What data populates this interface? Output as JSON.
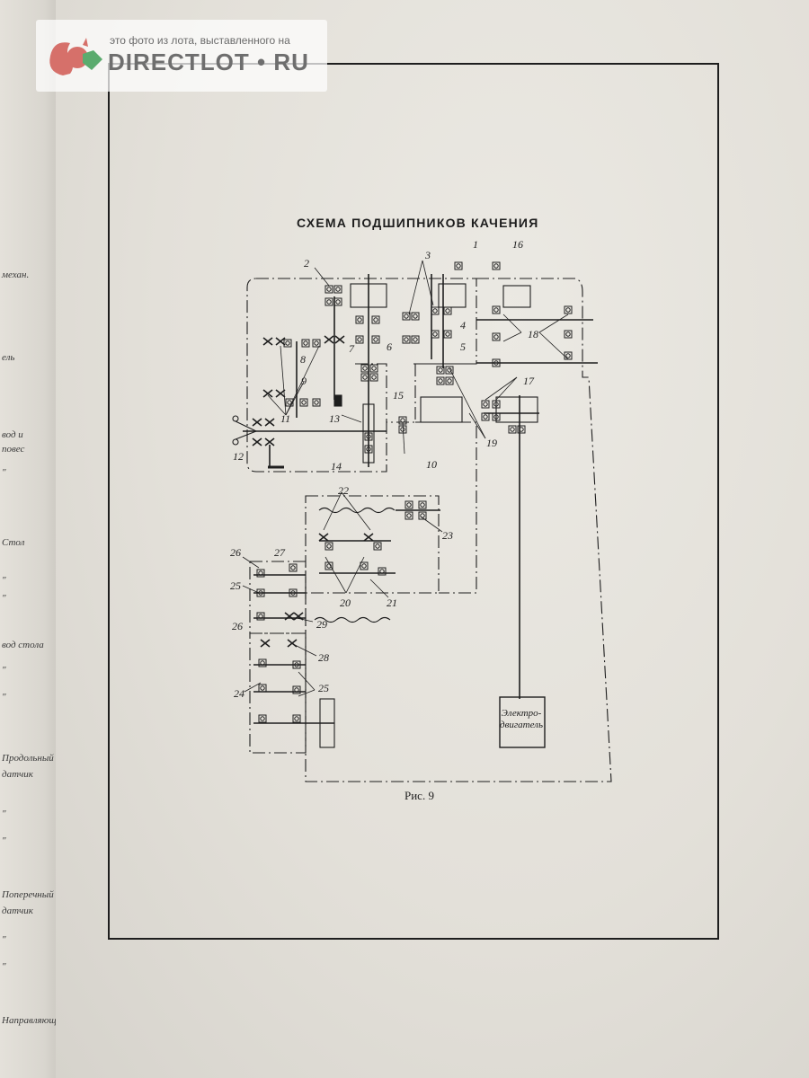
{
  "watermark": {
    "caption": "это фото из лота, выставленного на",
    "brand": "DIRECTLOT • RU"
  },
  "document": {
    "title": "СХЕМА ПОДШИПНИКОВ КАЧЕНИЯ",
    "figure_caption": "Рис. 9",
    "motor_label_line1": "Электро-",
    "motor_label_line2": "двигатель"
  },
  "part_labels": [
    "1",
    "2",
    "3",
    "4",
    "5",
    "6",
    "7",
    "8",
    "9",
    "10",
    "11",
    "12",
    "13",
    "14",
    "15",
    "16",
    "17",
    "18",
    "19",
    "20",
    "21",
    "22",
    "23",
    "24",
    "25",
    "26",
    "27",
    "28",
    "29"
  ],
  "left_page": {
    "fragments": [
      "механ.",
      "ель",
      "вод и",
      "повес",
      "Стол",
      "вод стола",
      "Продольный",
      "датчик",
      "Поперечный",
      "датчик",
      "Направляющий стол"
    ],
    "ditto": "\""
  },
  "colors": {
    "paper": "#e6e3dc",
    "ink": "#1e1e1e",
    "background": "#3b3b38"
  }
}
